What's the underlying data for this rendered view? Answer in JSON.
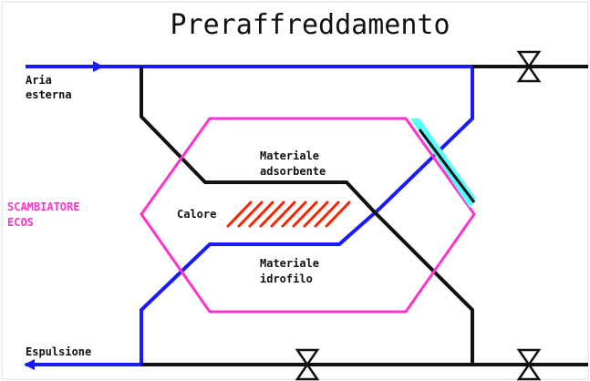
{
  "title": "Preraffreddamento",
  "labels": {
    "aria_line1": "Aria",
    "aria_line2": "esterna",
    "espulsione": "Espulsione",
    "scambiatore_line1": "SCAMBIATORE",
    "scambiatore_line2": "ECOS",
    "materiale_ads_line1": "Materiale",
    "materiale_ads_line2": "adsorbente",
    "calore": "Calore",
    "materiale_idr_line1": "Materiale",
    "materiale_idr_line2": "idrofilo"
  },
  "colors": {
    "blue_line": "#1a1aff",
    "black_line": "#111111",
    "magenta": "#ff33cc",
    "cyan": "#55ffff",
    "heat_red": "#ff2200"
  }
}
